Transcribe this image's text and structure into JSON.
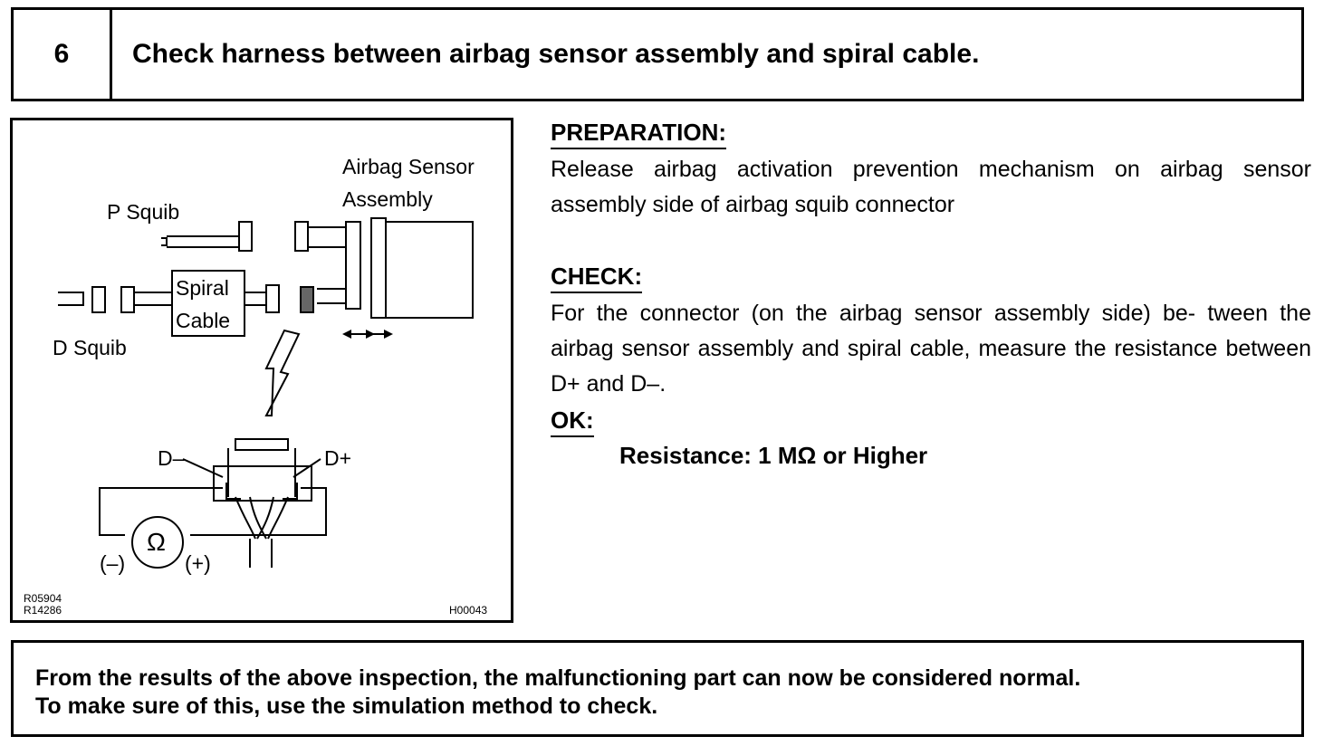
{
  "step": {
    "number": "6",
    "title": "Check harness between airbag sensor assembly and spiral cable."
  },
  "figure": {
    "label_airbag_sensor_line1": "Airbag Sensor",
    "label_airbag_sensor_line2": "Assembly",
    "label_p_squib": "P Squib",
    "label_d_squib": "D Squib",
    "label_spiral_line1": "Spiral",
    "label_spiral_line2": "Cable",
    "label_d_minus": "D–",
    "label_d_plus": "D+",
    "label_ohm": "Ω",
    "label_minus": "(–)",
    "label_plus": "(+)",
    "code_left_1": "R05904",
    "code_left_2": "R14286",
    "code_right": "H00043"
  },
  "preparation": {
    "heading": "PREPARATION:",
    "text": "Release airbag activation prevention mechanism on airbag sensor assembly side of airbag squib connector"
  },
  "check": {
    "heading": "CHECK:",
    "text": "For the connector (on the airbag sensor assembly side) be- tween  the airbag sensor assembly and spiral cable, measure the resistance between D+ and D–."
  },
  "ok": {
    "heading": "OK:",
    "spec": "Resistance: 1 MΩ or Higher"
  },
  "conclusion": {
    "line1": "From the results of the above inspection, the malfunctioning part can now be considered normal.",
    "line2": "To make sure of this, use the simulation method to check."
  }
}
